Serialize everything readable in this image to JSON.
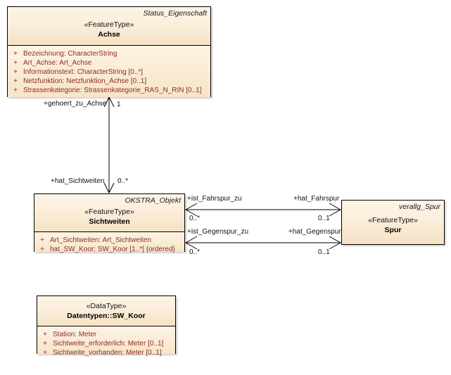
{
  "diagram": {
    "type": "uml-class-diagram",
    "background": "#ffffff",
    "class_fill": "#f7e4c8",
    "text_color": "#8b2f1f"
  },
  "classes": {
    "achse": {
      "namespace": "Status_Eigenschaft",
      "stereotype": "«FeatureType»",
      "name": "Achse",
      "attributes": [
        {
          "visibility": "+",
          "text": "Bezeichnung: CharacterString"
        },
        {
          "visibility": "+",
          "text": "Art_Achse: Art_Achse"
        },
        {
          "visibility": "+",
          "text": "Informationstext: CharacterString [0..*]"
        },
        {
          "visibility": "+",
          "text": "Netzfunktion: Netzfunktion_Achse [0..1]"
        },
        {
          "visibility": "+",
          "text": "Strassenkategorie: Strassenkategorie_RAS_N_RIN [0..1]"
        }
      ]
    },
    "sichtweiten": {
      "namespace": "OKSTRA_Objekt",
      "stereotype": "«FeatureType»",
      "name": "Sichtweiten",
      "attributes": [
        {
          "visibility": "+",
          "text": "Art_Sichtweiten: Art_Sichtweiten"
        },
        {
          "visibility": "+",
          "text": "hat_SW_Koor: SW_Koor [1..*] {ordered}"
        }
      ]
    },
    "spur": {
      "namespace": "verallg_Spur",
      "stereotype": "«FeatureType»",
      "name": "Spur",
      "attributes": []
    },
    "sw_koor": {
      "namespace": "",
      "stereotype": "«DataType»",
      "name": "Datentypen::SW_Koor",
      "attributes": [
        {
          "visibility": "+",
          "text": "Station: Meter"
        },
        {
          "visibility": "+",
          "text": "Sichtweite_erforderlich: Meter [0..1]"
        },
        {
          "visibility": "+",
          "text": "Sichtweite_vorhanden: Meter [0..1]"
        }
      ]
    }
  },
  "associations": {
    "achse_sichtweiten": {
      "source_role": "+hat_Sichtweiten",
      "source_mult": "0..*",
      "target_role": "+gehoert_zu_Achse",
      "target_mult": "1"
    },
    "fahrspur": {
      "source_role": "+ist_Fahrspur_zu",
      "source_mult": "0..*",
      "target_role": "+hat_Fahrspur",
      "target_mult": "0..1"
    },
    "gegenspur": {
      "source_role": "+ist_Gegenspur_zu",
      "source_mult": "0..*",
      "target_role": "+hat_Gegenspur",
      "target_mult": "0..1"
    }
  }
}
